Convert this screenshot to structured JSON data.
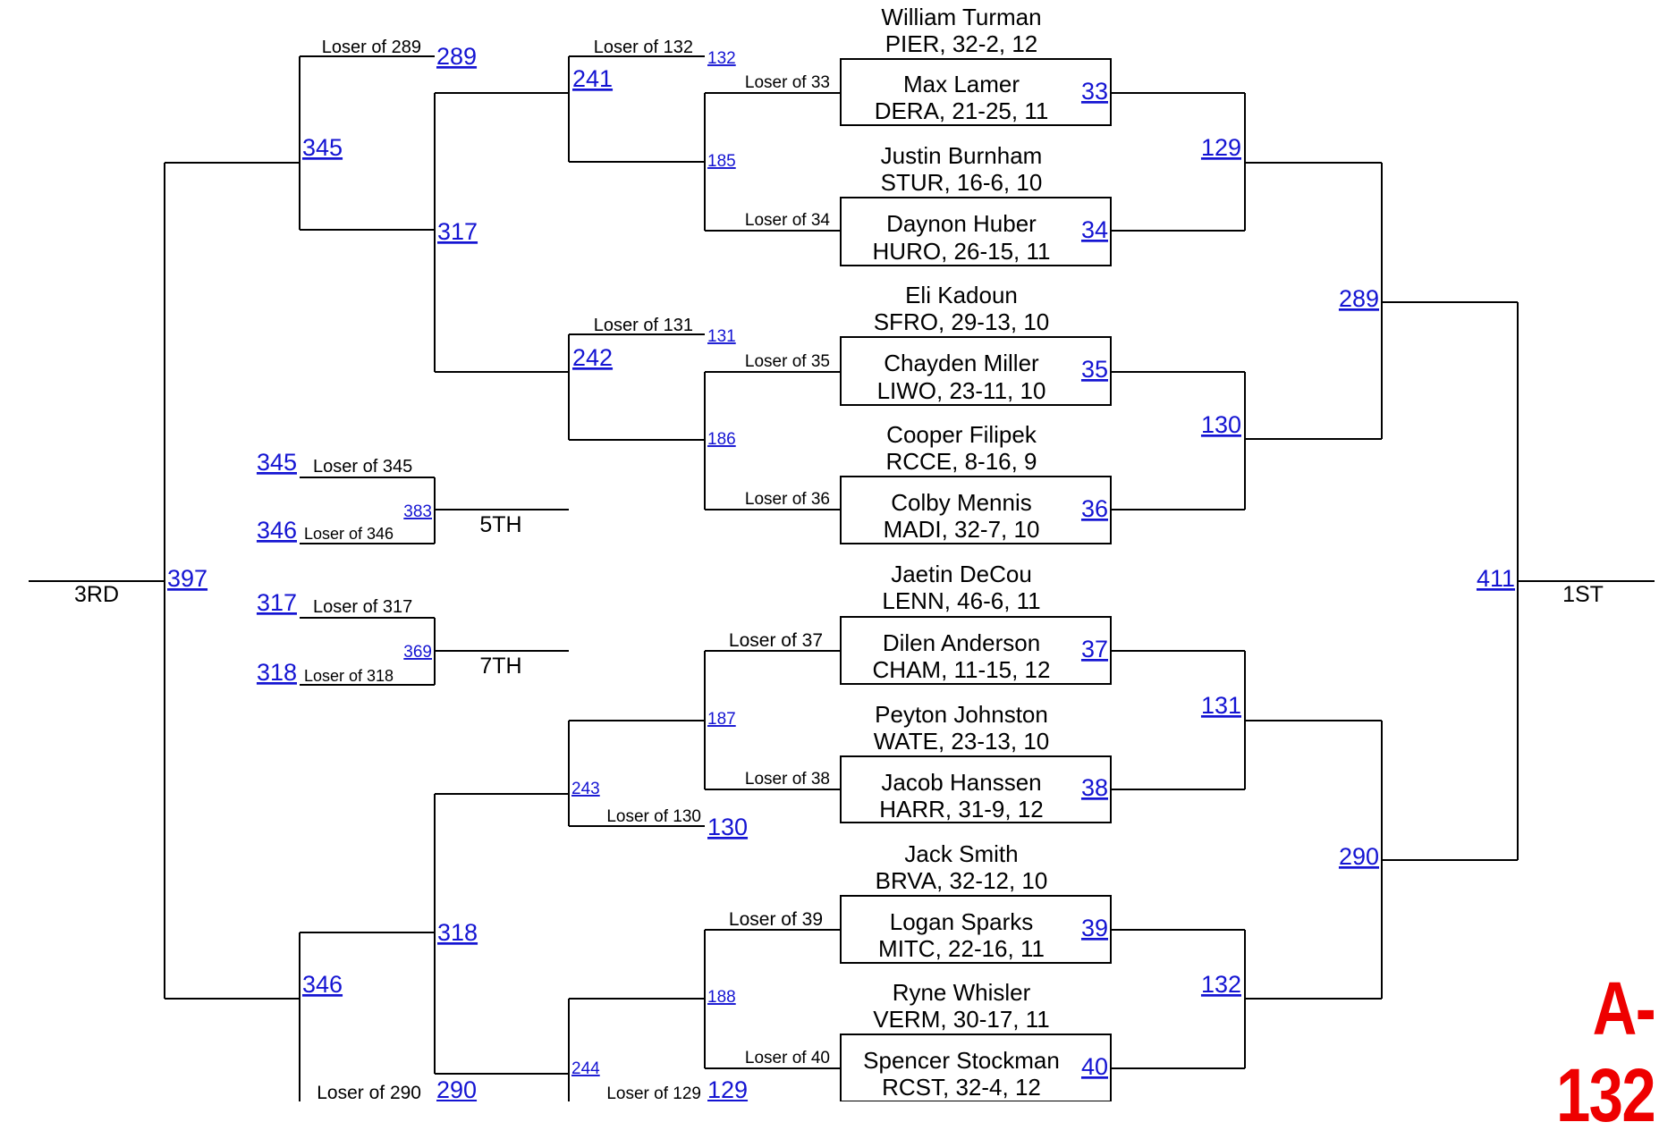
{
  "stamp": "A-132",
  "placements": {
    "first": "1ST",
    "third": "3RD",
    "fifth": "5TH",
    "seventh": "7TH"
  },
  "championship": {
    "wrestlers": [
      {
        "first": "William",
        "last": "Turman",
        "info": "PIER, 32-2, 12"
      },
      {
        "first": "Max",
        "last": "Lamer",
        "info": "DERA, 21-25, 11"
      },
      {
        "first": "Justin",
        "last": "Burnham",
        "info": "STUR, 16-6, 10"
      },
      {
        "first": "Daynon",
        "last": "Huber",
        "info": "HURO, 26-15, 11"
      },
      {
        "first": "Eli",
        "last": "Kadoun",
        "info": "SFRO, 29-13, 10"
      },
      {
        "first": "Chayden",
        "last": "Miller",
        "info": "LIWO, 23-11, 10"
      },
      {
        "first": "Cooper",
        "last": "Filipek",
        "info": "RCCE, 8-16, 9"
      },
      {
        "first": "Colby",
        "last": "Mennis",
        "info": "MADI, 32-7, 10"
      },
      {
        "first": "Jaetin",
        "last": "DeCou",
        "info": "LENN, 46-6, 11"
      },
      {
        "first": "Dilen",
        "last": "Anderson",
        "info": "CHAM, 11-15, 12"
      },
      {
        "first": "Peyton",
        "last": "Johnston",
        "info": "WATE, 23-13, 10"
      },
      {
        "first": "Jacob",
        "last": "Hanssen",
        "info": "HARR, 31-9, 12"
      },
      {
        "first": "Jack",
        "last": "Smith",
        "info": "BRVA, 32-12, 10"
      },
      {
        "first": "Logan",
        "last": "Sparks",
        "info": "MITC, 22-16, 11"
      },
      {
        "first": "Ryne",
        "last": "Whisler",
        "info": "VERM, 30-17, 11"
      },
      {
        "first": "Spencer",
        "last": "Stockman",
        "info": "RCST, 32-4, 12"
      }
    ],
    "first_round_bouts": [
      "33",
      "34",
      "35",
      "36",
      "37",
      "38",
      "39",
      "40"
    ],
    "quarter_bouts": [
      "129",
      "130",
      "131",
      "132"
    ],
    "semi_bouts": [
      "289",
      "290"
    ],
    "final_bout": "411"
  },
  "consolation": {
    "first_round_bouts": [
      "185",
      "186",
      "187",
      "188"
    ],
    "first_round_feeds": [
      "Loser of 33",
      "Loser of 34",
      "Loser of 35",
      "Loser of 36",
      "Loser of 37",
      "Loser of 38",
      "Loser of 39",
      "Loser of 40"
    ],
    "second_round_bouts": [
      "241",
      "242",
      "243",
      "244"
    ],
    "second_round_feeds": [
      {
        "label": "Loser of 132",
        "bout": "132"
      },
      {
        "label": "Loser of 131",
        "bout": "131"
      },
      {
        "label": "Loser of 130",
        "bout": "130"
      },
      {
        "label": "Loser of 129",
        "bout": "129"
      }
    ],
    "quarter_bouts": [
      "317",
      "318"
    ],
    "semi_bouts": [
      "345",
      "346"
    ],
    "semi_feeds": [
      {
        "label": "Loser of 289",
        "bout": "289"
      },
      {
        "label": "Loser of 290",
        "bout": "290"
      }
    ],
    "third_place_bout": "397",
    "fifth_place": {
      "bout": "383",
      "entries": [
        {
          "bout": "345",
          "label": "Loser of 345"
        },
        {
          "bout": "346",
          "label": "Loser of 346"
        }
      ]
    },
    "seventh_place": {
      "bout": "369",
      "entries": [
        {
          "bout": "317",
          "label": "Loser of 317"
        },
        {
          "bout": "318",
          "label": "Loser of 318"
        }
      ]
    }
  }
}
